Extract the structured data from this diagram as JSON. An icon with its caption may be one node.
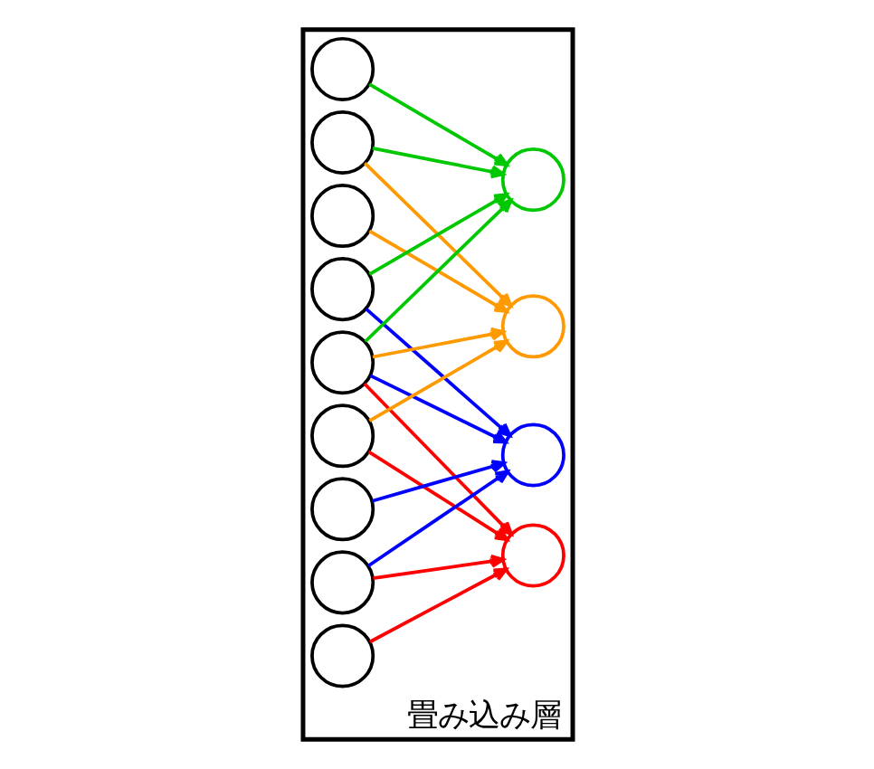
{
  "diagram": {
    "nodes": [
      {
        "text": [
          "畳み込み層"
        ]
      },
      {
        "text": [],
        "shape": "circle",
        "in": 0
      },
      {
        "text": [],
        "shape": "circle",
        "in": 0
      },
      {
        "text": [],
        "shape": "circle",
        "in": 0
      },
      {
        "text": [],
        "shape": "circle",
        "in": 0
      },
      {
        "text": [],
        "shape": "circle",
        "in": 0
      },
      {
        "text": [],
        "shape": "circle",
        "in": 0
      },
      {
        "text": [],
        "shape": "circle",
        "in": 0
      },
      {
        "text": [],
        "shape": "circle",
        "in": 0
      },
      {
        "text": [],
        "shape": "circle",
        "in": 0
      },
      {
        "text": [],
        "shape": "circle",
        "in": 0
      },
      {
        "text": [],
        "shape": "circle",
        "in": 0
      },
      {
        "text": [],
        "shape": "circle",
        "in": 0
      },
      {
        "text": [],
        "shape": "circle",
        "in": 0
      }
    ],
    "edges": [
      {
        "from": 1,
        "to": 10,
        "arrow": "to",
        "color": "#00c800"
      },
      {
        "from": 2,
        "to": 10,
        "arrow": "to",
        "color": "#00c800"
      },
      {
        "from": 4,
        "to": 10,
        "arrow": "to",
        "color": "#00c800"
      },
      {
        "from": 5,
        "to": 10,
        "arrow": "to",
        "color": "#00c800"
      },
      {
        "from": 2,
        "to": 11,
        "arrow": "to",
        "color": "#ff9900"
      },
      {
        "from": 3,
        "to": 11,
        "arrow": "to",
        "color": "#ff9900"
      },
      {
        "from": 5,
        "to": 11,
        "arrow": "to",
        "color": "#ff9900"
      },
      {
        "from": 6,
        "to": 11,
        "arrow": "to",
        "color": "#ff9900"
      },
      {
        "from": 4,
        "to": 12,
        "arrow": "to",
        "color": "#0000ff"
      },
      {
        "from": 5,
        "to": 12,
        "arrow": "to",
        "color": "#0000ff"
      },
      {
        "from": 7,
        "to": 12,
        "arrow": "to",
        "color": "#0000ff"
      },
      {
        "from": 8,
        "to": 12,
        "arrow": "to",
        "color": "#0000ff"
      },
      {
        "from": 5,
        "to": 13,
        "arrow": "to",
        "color": "#ff0000"
      },
      {
        "from": 6,
        "to": 13,
        "arrow": "to",
        "color": "#ff0000"
      },
      {
        "from": 8,
        "to": 13,
        "arrow": "to",
        "color": "#ff0000"
      },
      {
        "from": 9,
        "to": 13,
        "arrow": "to",
        "color": "#ff0000"
      }
    ]
  }
}
